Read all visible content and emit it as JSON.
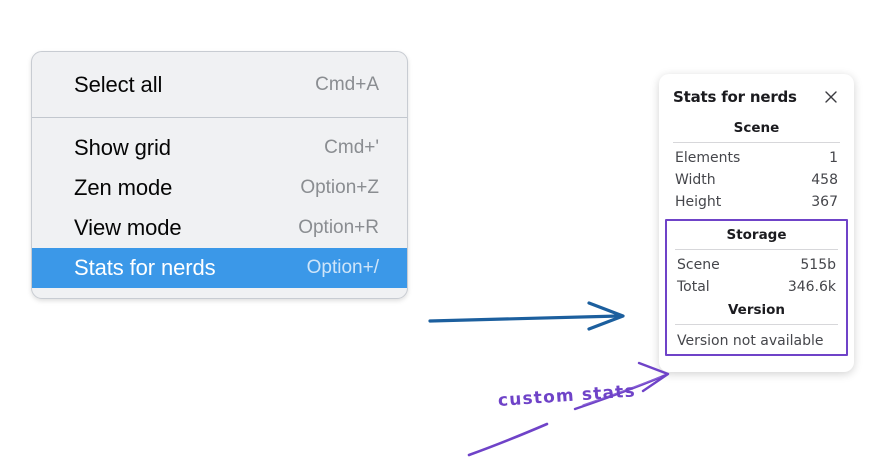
{
  "context_menu": {
    "name": "canvas-context-menu",
    "groups": [
      {
        "items": [
          {
            "label": "Select all",
            "shortcut": "Cmd+A",
            "selected": false
          }
        ]
      },
      {
        "items": [
          {
            "label": "Show grid",
            "shortcut": "Cmd+'",
            "selected": false
          },
          {
            "label": "Zen mode",
            "shortcut": "Option+Z",
            "selected": false
          },
          {
            "label": "View mode",
            "shortcut": "Option+R",
            "selected": false
          },
          {
            "label": "Stats for nerds",
            "shortcut": "Option+/",
            "selected": true
          }
        ]
      }
    ],
    "highlight_color": "#3b98e8"
  },
  "stats_panel": {
    "title": "Stats for nerds",
    "close_icon": "close-icon",
    "sections": [
      {
        "heading": "Scene",
        "rows": [
          {
            "key": "Elements",
            "value": "1"
          },
          {
            "key": "Width",
            "value": "458"
          },
          {
            "key": "Height",
            "value": "367"
          }
        ]
      },
      {
        "heading": "Storage",
        "rows": [
          {
            "key": "Scene",
            "value": "515b"
          },
          {
            "key": "Total",
            "value": "346.6k"
          }
        ]
      },
      {
        "heading": "Version",
        "plain": "Version not available"
      }
    ],
    "highlight_border_color": "#6f43c8"
  },
  "annotations": {
    "blue_arrow_color": "#1c5f9e",
    "purple_color": "#6f43c8",
    "custom_stats_label": "custom stats"
  }
}
